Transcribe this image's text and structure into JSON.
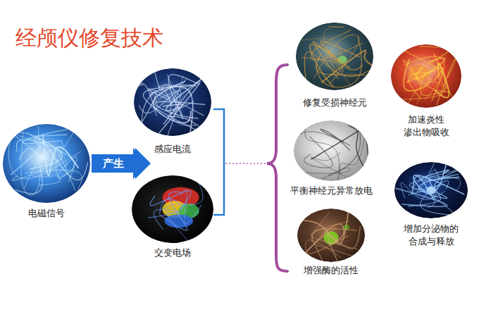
{
  "diagram": {
    "title": "经颅仪修复技术",
    "nodes": [
      {
        "text": [
          "电磁信号"
        ]
      },
      {
        "text": [
          "感应电流"
        ]
      },
      {
        "text": [
          "交变电场"
        ]
      },
      {
        "text": [
          "修复受损神经元"
        ]
      },
      {
        "text": [
          "加速炎性 渗出物吸收"
        ]
      },
      {
        "text": [
          "平衡神经元异常放电"
        ]
      },
      {
        "text": [
          "增加分泌物的 合成与释放"
        ]
      },
      {
        "text": [
          "增强酶的活性"
        ]
      }
    ],
    "edges": [
      {
        "from": 0,
        "to": 1,
        "arrow": "to",
        "label": "产生"
      },
      {
        "from": 0,
        "to": 2,
        "arrow": "to"
      }
    ]
  }
}
